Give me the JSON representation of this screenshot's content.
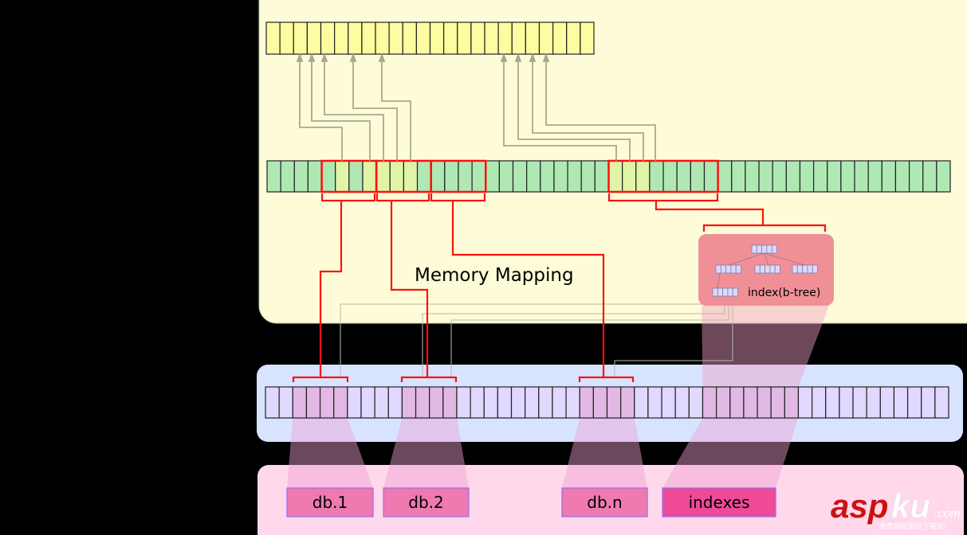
{
  "title": "Memory Mapping",
  "index_label": "index(b-tree)",
  "colors": {
    "background": "#000000",
    "memory_panel": "#fefcd8",
    "virtual_row_cell": "#fefca0",
    "mapped_row_cell": "#b0e8b4",
    "mapped_row_highlight": "#e0f4a8",
    "disk_panel": "#d8e4ff",
    "disk_cell": "#e0d8ff",
    "disk_highlight": "#e2b8e4",
    "file_panel": "#ffd8ec",
    "file_box": "#ee7aaf",
    "index_file_box": "#ee4a98",
    "index_box": "#f09096",
    "connector": "#ff1010",
    "arrow": "#a8a890"
  },
  "rows": {
    "virtual_memory": {
      "cell_count": 24
    },
    "mapped_memory": {
      "cell_count": 50,
      "highlight_groups": [
        [
          4,
          7
        ],
        [
          8,
          11
        ],
        [
          12,
          15
        ],
        [
          25,
          32
        ]
      ],
      "light_cells": [
        5,
        7,
        8,
        9,
        10,
        25,
        26,
        27
      ]
    },
    "disk": {
      "cell_count": 50,
      "highlight_groups": [
        [
          2,
          5
        ],
        [
          10,
          13
        ],
        [
          23,
          26
        ],
        [
          32,
          38
        ]
      ]
    }
  },
  "files": [
    {
      "label": "db.1",
      "kind": "data"
    },
    {
      "label": "db.2",
      "kind": "data"
    },
    {
      "label": "db.n",
      "kind": "data"
    },
    {
      "label": "indexes",
      "kind": "index"
    }
  ],
  "watermark": {
    "brand_part1": "asp",
    "brand_part2": "ku",
    "suffix": ".com",
    "tagline": "免费网站源码下载站!"
  }
}
